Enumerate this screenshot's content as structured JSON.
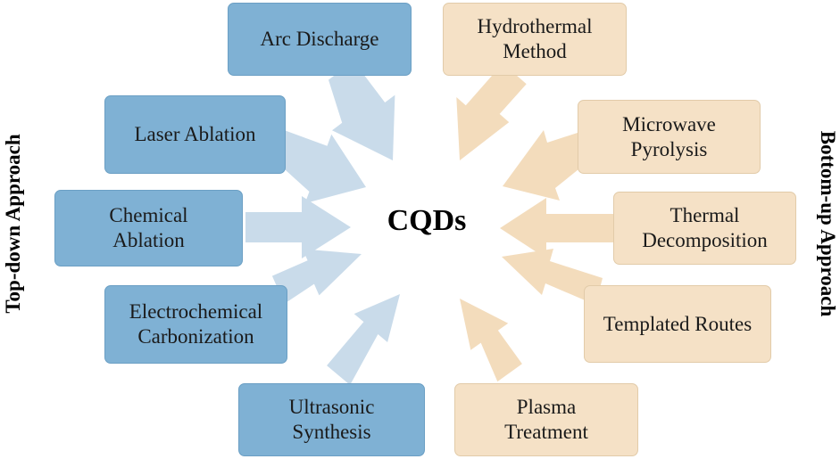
{
  "diagram": {
    "center_label": "CQDs",
    "left_side_label": "Top-down Approach",
    "right_side_label": "Bottom-up Approach",
    "top_down_methods": [
      "Arc Discharge",
      "Laser Ablation",
      "Chemical\nAblation",
      "Electrochemical\nCarbonization",
      "Ultrasonic\nSynthesis"
    ],
    "bottom_up_methods": [
      "Hydrothermal\nMethod",
      "Microwave\nPyrolysis",
      "Thermal\nDecomposition",
      "Templated Routes",
      "Plasma\nTreatment"
    ],
    "colors": {
      "top_down_box": "#7fb1d4",
      "top_down_arrow": "#c9dbea",
      "bottom_up_box": "#f5e1c6",
      "bottom_up_arrow": "#f3dcbc"
    }
  }
}
